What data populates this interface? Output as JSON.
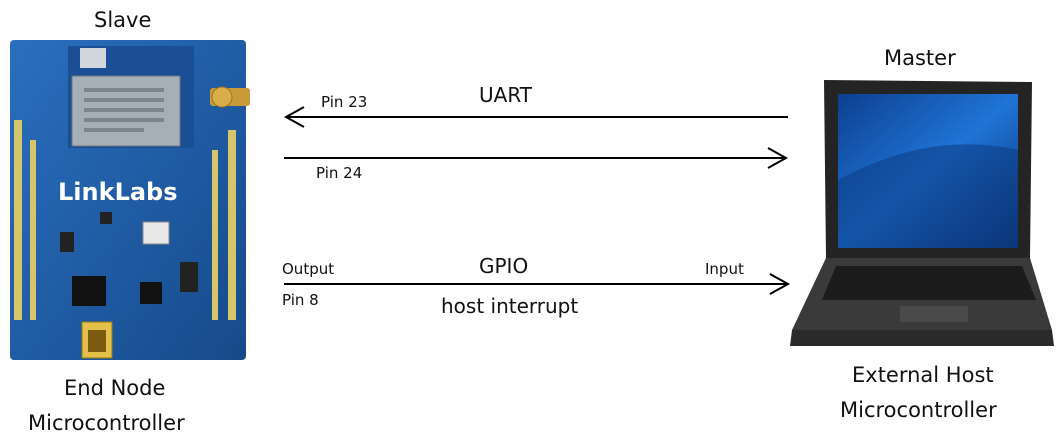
{
  "slave": {
    "title": "Slave",
    "caption_line1": "End Node",
    "caption_line2": "Microcontroller",
    "board_brand": "LinkLabs",
    "colors": {
      "board": "#1f5fa8",
      "board_dark": "#123f7a",
      "module": "#a9b3bd",
      "connector": "#c89a3a"
    }
  },
  "master": {
    "title": "Master",
    "caption_line1": "External Host",
    "caption_line2": "Microcontroller",
    "colors": {
      "screen": "#1a63c9",
      "body": "#2a2a2a"
    }
  },
  "uart": {
    "label": "UART",
    "rx_pin": "Pin 23",
    "tx_pin": "Pin 24"
  },
  "gpio": {
    "label": "GPIO",
    "output_label": "Output",
    "pin": "Pin 8",
    "input_label": "Input",
    "description": "host interrupt"
  }
}
